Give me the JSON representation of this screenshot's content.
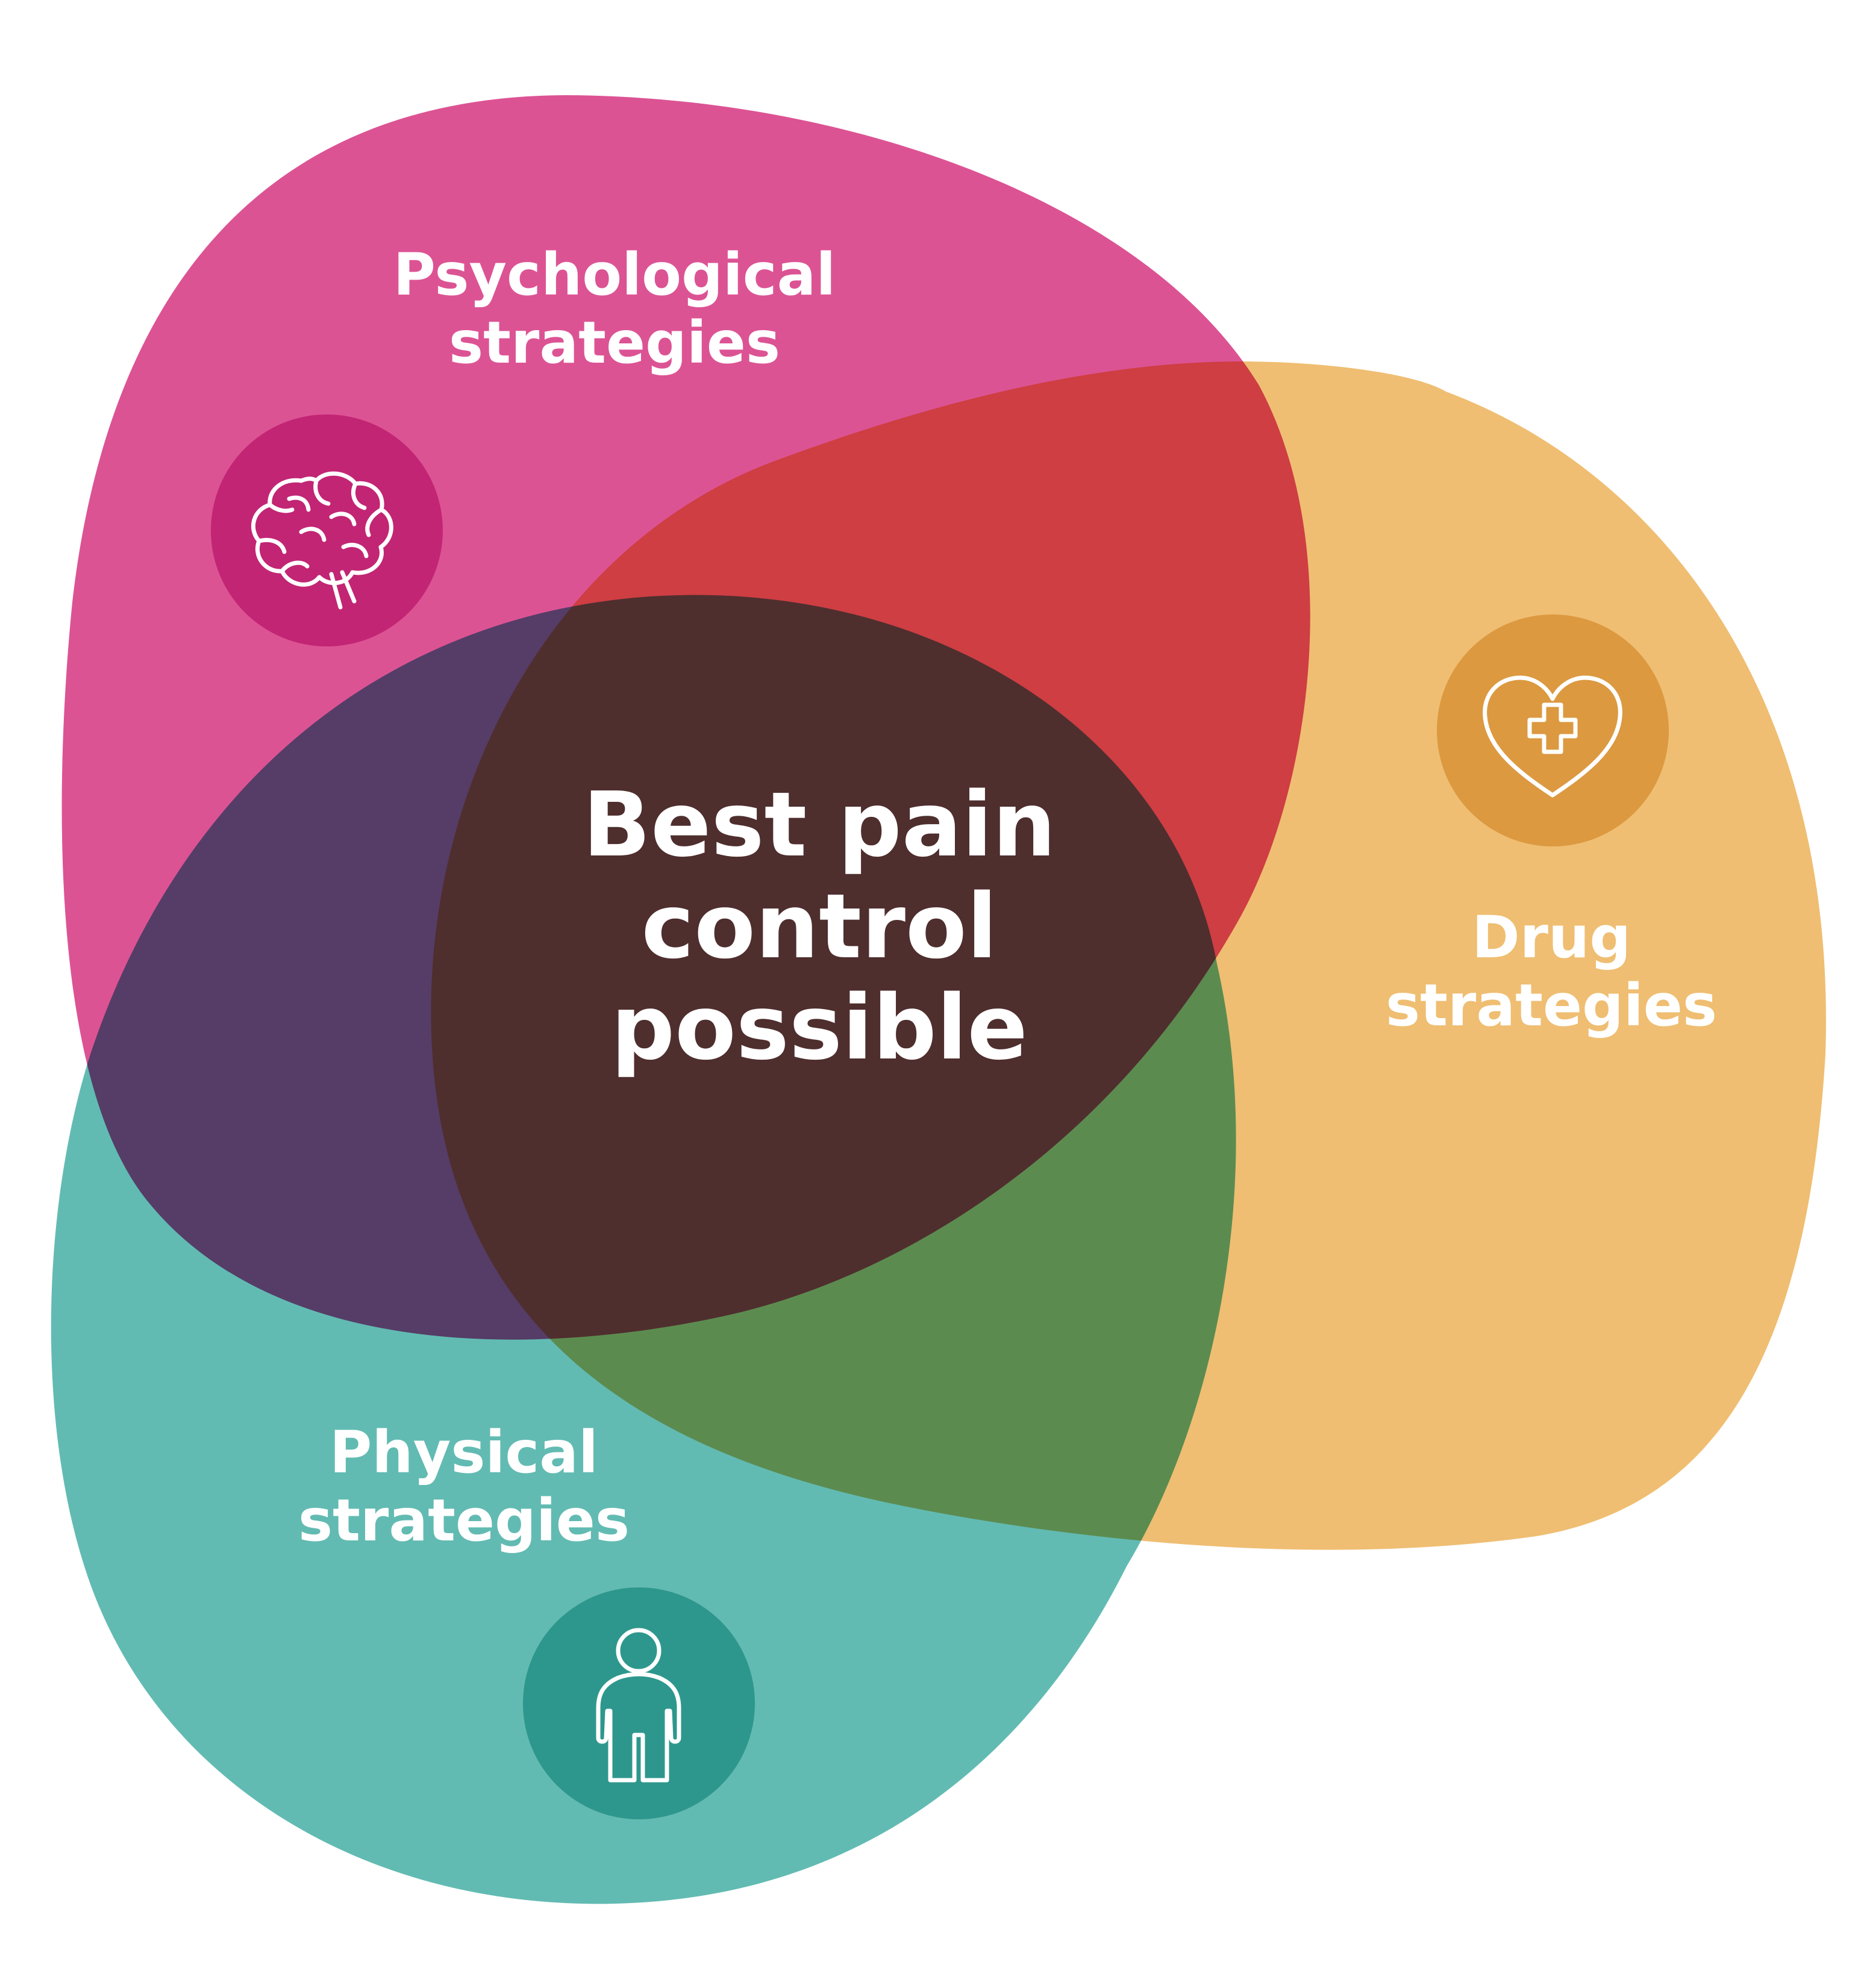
{
  "diagram": {
    "center": {
      "lines": [
        "Best pain",
        "control",
        "possible"
      ]
    },
    "psychological": {
      "lines": [
        "Psychological",
        "strategies"
      ],
      "color": "#DC5394",
      "icon_color": "#C22574",
      "icon": "brain-icon"
    },
    "drug": {
      "lines": [
        "Drug",
        "strategies"
      ],
      "color": "#EFBE72",
      "icon_color": "#DC9940",
      "icon": "heart-plus-icon"
    },
    "physical": {
      "lines": [
        "Physical",
        "strategies"
      ],
      "color": "#62BBB2",
      "icon_color": "#2E978D",
      "icon": "person-icon"
    },
    "center_color": "#63CFB6"
  }
}
